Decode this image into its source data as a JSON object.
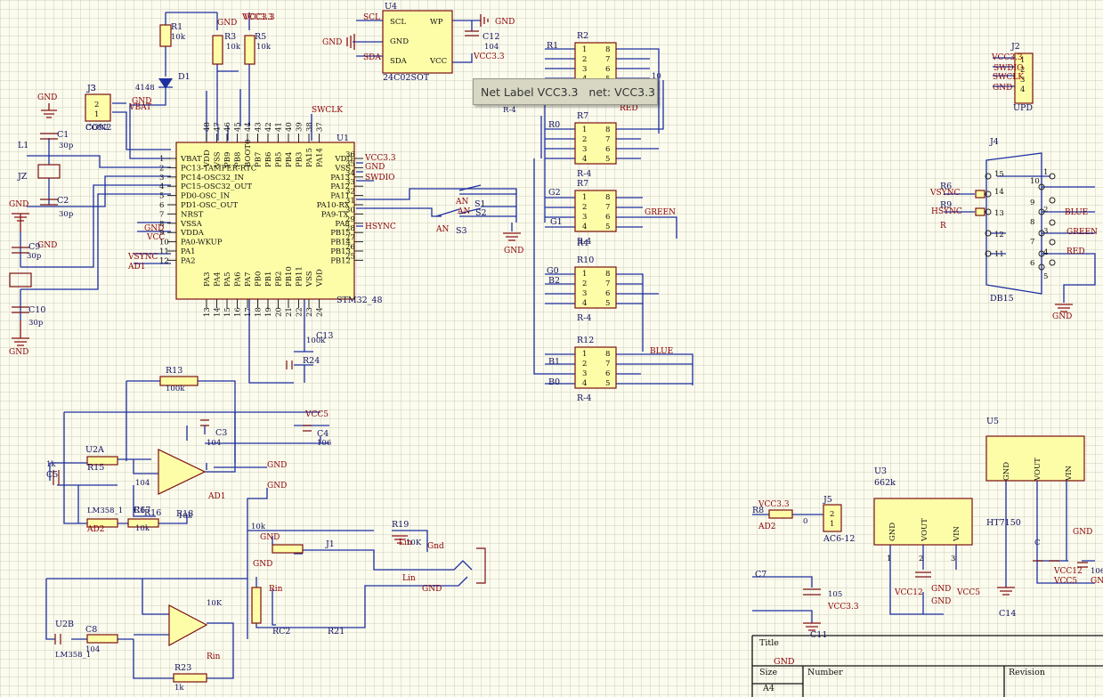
{
  "colors": {
    "wire": "#1d2fa0",
    "body": "#fdfda8",
    "outline": "#7a1010",
    "net": "#8b0000",
    "text": "#101060",
    "background": "#fbfbee",
    "tooltip": "#d8d7c4"
  },
  "tooltip": {
    "text": "Net Label VCC3.3   net: VCC3.3"
  },
  "title_block": {
    "title": "Title",
    "gnd": "GND",
    "size_label": "Size",
    "size_value": "A4",
    "number_label": "Number",
    "revision_label": "Revision"
  },
  "chips": {
    "u1": {
      "ref": "U1",
      "value": "STM32_48",
      "left_pins": [
        {
          "num": "1",
          "name": "VBAT"
        },
        {
          "num": "2",
          "name": "PC13-TAMPER-RTC"
        },
        {
          "num": "3",
          "name": "PC14-OSC32_IN"
        },
        {
          "num": "4",
          "name": "PC15-OSC32_OUT"
        },
        {
          "num": "5",
          "name": "PD0-OSC_IN"
        },
        {
          "num": "6",
          "name": "PD1-OSC_OUT"
        },
        {
          "num": "7",
          "name": "NRST"
        },
        {
          "num": "8",
          "name": "VSSA"
        },
        {
          "num": "9",
          "name": "VDDA"
        },
        {
          "num": "10",
          "name": "PA0-WKUP"
        },
        {
          "num": "11",
          "name": "PA1"
        },
        {
          "num": "12",
          "name": "PA2"
        }
      ],
      "right_pins": [
        {
          "num": "36",
          "name": "VDD"
        },
        {
          "num": "35",
          "name": "VSS"
        },
        {
          "num": "34",
          "name": "PA13"
        },
        {
          "num": "33",
          "name": "PA12"
        },
        {
          "num": "32",
          "name": "PA11"
        },
        {
          "num": "31",
          "name": "PA10-RX"
        },
        {
          "num": "30",
          "name": "PA9-TX"
        },
        {
          "num": "29",
          "name": "PA8"
        },
        {
          "num": "28",
          "name": "PB15"
        },
        {
          "num": "27",
          "name": "PB14"
        },
        {
          "num": "26",
          "name": "PB13"
        },
        {
          "num": "25",
          "name": "PB12"
        }
      ],
      "top_pins": [
        {
          "num": "48",
          "name": "VDD"
        },
        {
          "num": "47",
          "name": "VSS"
        },
        {
          "num": "46",
          "name": "PB9"
        },
        {
          "num": "45",
          "name": "PB8"
        },
        {
          "num": "44",
          "name": "BOOT0"
        },
        {
          "num": "43",
          "name": "PB7"
        },
        {
          "num": "42",
          "name": "PB6"
        },
        {
          "num": "41",
          "name": "PB5"
        },
        {
          "num": "40",
          "name": "PB4"
        },
        {
          "num": "39",
          "name": "PB3"
        },
        {
          "num": "38",
          "name": "PA15"
        },
        {
          "num": "37",
          "name": "PA14"
        }
      ],
      "bottom_pins": [
        {
          "num": "13",
          "name": "PA3"
        },
        {
          "num": "14",
          "name": "PA4"
        },
        {
          "num": "15",
          "name": "PA5"
        },
        {
          "num": "16",
          "name": "PA6"
        },
        {
          "num": "17",
          "name": "PA7"
        },
        {
          "num": "18",
          "name": "PB0"
        },
        {
          "num": "19",
          "name": "PB1"
        },
        {
          "num": "20",
          "name": "PB2"
        },
        {
          "num": "21",
          "name": "PB10"
        },
        {
          "num": "22",
          "name": "PB11"
        },
        {
          "num": "23",
          "name": "VSS"
        },
        {
          "num": "24",
          "name": "VDD"
        }
      ]
    },
    "u4": {
      "ref": "U4",
      "value": "24C02SOT",
      "left": [
        "SCL",
        "GND",
        "SDA"
      ],
      "right": [
        "WP",
        "VCC"
      ]
    },
    "u3": {
      "ref": "U3",
      "value": "662k",
      "pins": [
        "GND",
        "VOUT",
        "VIN"
      ],
      "nums": [
        "1",
        "2",
        "3"
      ]
    },
    "u5": {
      "ref": "U5",
      "value": "HT7150",
      "pins": [
        "GND",
        "VOUT",
        "VIN"
      ]
    },
    "j2": {
      "ref": "J2",
      "value": "UPD",
      "pins": [
        "1",
        "2",
        "3",
        "4"
      ]
    },
    "j3": {
      "ref": "J3",
      "value": "CON2",
      "pins": [
        "2",
        "1"
      ]
    },
    "j5": {
      "ref": "J5",
      "value": "AC6-12",
      "pins": [
        "2",
        "1"
      ]
    },
    "j4": {
      "ref": "J4",
      "value": "DB15",
      "pins_left": [
        "15",
        "14",
        "13",
        "12",
        "11"
      ],
      "pins_mid": [
        "10",
        "9",
        "8",
        "7",
        "6"
      ],
      "pins_right": [
        "5",
        "4",
        "3",
        "2",
        "1"
      ]
    }
  },
  "rnets": [
    {
      "ref": "R2",
      "value": "",
      "left": [
        "1",
        "2",
        "3",
        "4"
      ],
      "right": [
        "8",
        "7",
        "6",
        "5"
      ]
    },
    {
      "ref": "R7",
      "value": "R-4",
      "left": [
        "1",
        "2",
        "3",
        "4"
      ],
      "right": [
        "8",
        "7",
        "6",
        "5"
      ]
    },
    {
      "ref": "R7",
      "value": "R-4",
      "left": [
        "1",
        "2",
        "3",
        "4"
      ],
      "right": [
        "8",
        "7",
        "6",
        "5"
      ]
    },
    {
      "ref": "R10",
      "value": "R-4",
      "left": [
        "1",
        "2",
        "3",
        "4"
      ],
      "right": [
        "8",
        "7",
        "6",
        "5"
      ]
    },
    {
      "ref": "R12",
      "value": "R-4",
      "left": [
        "1",
        "2",
        "3",
        "4"
      ],
      "right": [
        "8",
        "7",
        "6",
        "5"
      ]
    }
  ],
  "labels": [
    {
      "t": "R1",
      "c": "ref"
    },
    {
      "t": "10k",
      "c": "val"
    },
    {
      "t": "D1",
      "c": "ref"
    },
    {
      "t": "4148",
      "c": "val"
    },
    {
      "t": "GND",
      "c": "net"
    },
    {
      "t": "VCC3.3",
      "c": "net"
    },
    {
      "t": "R3",
      "c": "ref"
    },
    {
      "t": "10k",
      "c": "val"
    },
    {
      "t": "R5",
      "c": "ref"
    },
    {
      "t": "10k",
      "c": "val"
    },
    {
      "t": "GND",
      "c": "net"
    },
    {
      "t": "J3",
      "c": "ref"
    },
    {
      "t": "CON2",
      "c": "val"
    },
    {
      "t": "VBAT",
      "c": "net"
    },
    {
      "t": "GND",
      "c": "net"
    },
    {
      "t": "L1",
      "c": "ref"
    },
    {
      "t": "C1",
      "c": "ref"
    },
    {
      "t": "30p",
      "c": "val"
    },
    {
      "t": "JZ",
      "c": "ref"
    },
    {
      "t": "C2",
      "c": "ref"
    },
    {
      "t": "30p",
      "c": "val"
    },
    {
      "t": "GND",
      "c": "net"
    },
    {
      "t": "GND",
      "c": "net"
    },
    {
      "t": "C9",
      "c": "ref"
    },
    {
      "t": "30p",
      "c": "val"
    },
    {
      "t": "C10",
      "c": "ref"
    },
    {
      "t": "30p",
      "c": "val"
    },
    {
      "t": "GND",
      "c": "net"
    },
    {
      "t": "VSYNC",
      "c": "net"
    },
    {
      "t": "AD1",
      "c": "net"
    },
    {
      "t": "GND",
      "c": "net"
    },
    {
      "t": "VCC",
      "c": "net"
    },
    {
      "t": "VCC3.3",
      "c": "net"
    },
    {
      "t": "GND",
      "c": "net"
    },
    {
      "t": "SWDIO",
      "c": "net"
    },
    {
      "t": "HSYNC",
      "c": "net"
    },
    {
      "t": "SCL",
      "c": "net"
    },
    {
      "t": "SDA",
      "c": "net"
    },
    {
      "t": "SWCLK",
      "c": "net"
    },
    {
      "t": "VCC3.3",
      "c": "net"
    },
    {
      "t": "AN",
      "c": "net"
    },
    {
      "t": "S1",
      "c": "ref"
    },
    {
      "t": "AN",
      "c": "net"
    },
    {
      "t": "S2",
      "c": "ref"
    },
    {
      "t": "AN",
      "c": "net"
    },
    {
      "t": "S3",
      "c": "ref"
    },
    {
      "t": "GND",
      "c": "net"
    },
    {
      "t": "C12",
      "c": "ref"
    },
    {
      "t": "104",
      "c": "val"
    },
    {
      "t": "GND",
      "c": "net"
    },
    {
      "t": "GND",
      "c": "net"
    },
    {
      "t": "VCC3.3",
      "c": "net"
    },
    {
      "t": "R1",
      "c": "ref"
    },
    {
      "t": "R0",
      "c": "ref"
    },
    {
      "t": "G2",
      "c": "ref"
    },
    {
      "t": "G1",
      "c": "ref"
    },
    {
      "t": "GREEN",
      "c": "net"
    },
    {
      "t": "G0",
      "c": "ref"
    },
    {
      "t": "B2",
      "c": "ref"
    },
    {
      "t": "B1",
      "c": "ref"
    },
    {
      "t": "B0",
      "c": "ref"
    },
    {
      "t": "BLUE",
      "c": "net"
    },
    {
      "t": "VCC3.3",
      "c": "net"
    },
    {
      "t": "SWDIO",
      "c": "net"
    },
    {
      "t": "SWCLK",
      "c": "net"
    },
    {
      "t": "GND",
      "c": "net"
    },
    {
      "t": "R6",
      "c": "ref"
    },
    {
      "t": "VSYNC",
      "c": "net"
    },
    {
      "t": "R9",
      "c": "ref"
    },
    {
      "t": "HSYNC",
      "c": "net"
    },
    {
      "t": "BLUE",
      "c": "net"
    },
    {
      "t": "GREEN",
      "c": "net"
    },
    {
      "t": "RED",
      "c": "net"
    },
    {
      "t": "R",
      "c": "net"
    },
    {
      "t": "GND",
      "c": "net"
    },
    {
      "t": "R13",
      "c": "ref"
    },
    {
      "t": "100k",
      "c": "val"
    },
    {
      "t": "VCC5",
      "c": "net"
    },
    {
      "t": "C4",
      "c": "ref"
    },
    {
      "t": "106",
      "c": "val"
    },
    {
      "t": "C3",
      "c": "ref"
    },
    {
      "t": "104",
      "c": "val"
    },
    {
      "t": "U2A",
      "c": "ref"
    },
    {
      "t": "R15",
      "c": "ref"
    },
    {
      "t": "1k",
      "c": "val"
    },
    {
      "t": "C5",
      "c": "ref"
    },
    {
      "t": "104",
      "c": "val"
    },
    {
      "t": "C6",
      "c": "ref"
    },
    {
      "t": "R16",
      "c": "ref"
    },
    {
      "t": "10k",
      "c": "val"
    },
    {
      "t": "GND",
      "c": "net"
    },
    {
      "t": "AD1",
      "c": "net"
    },
    {
      "t": "LM358_1",
      "c": "val"
    },
    {
      "t": "AD2",
      "c": "net"
    },
    {
      "t": "R17",
      "c": "ref"
    },
    {
      "t": "10k",
      "c": "val"
    },
    {
      "t": "R18",
      "c": "ref"
    },
    {
      "t": "10k",
      "c": "val"
    },
    {
      "t": "GND",
      "c": "net"
    },
    {
      "t": "R19",
      "c": "ref"
    },
    {
      "t": "10K",
      "c": "val"
    },
    {
      "t": "GND",
      "c": "net"
    },
    {
      "t": "Gnd",
      "c": "net"
    },
    {
      "t": "J1",
      "c": "ref"
    },
    {
      "t": "Lin",
      "c": "net"
    },
    {
      "t": "Lin",
      "c": "net"
    },
    {
      "t": "GND",
      "c": "net"
    },
    {
      "t": "Rin",
      "c": "net"
    },
    {
      "t": "RC2",
      "c": "ref"
    },
    {
      "t": "R21",
      "c": "ref"
    },
    {
      "t": "10K",
      "c": "val"
    },
    {
      "t": "Rin",
      "c": "net"
    },
    {
      "t": "U2B",
      "c": "ref"
    },
    {
      "t": "LM358_1",
      "c": "val"
    },
    {
      "t": "C8",
      "c": "ref"
    },
    {
      "t": "104",
      "c": "val"
    },
    {
      "t": "R23",
      "c": "ref"
    },
    {
      "t": "1k",
      "c": "val"
    },
    {
      "t": "R24",
      "c": "ref"
    },
    {
      "t": "100k",
      "c": "val"
    },
    {
      "t": "C13",
      "c": "ref"
    },
    {
      "t": "GND",
      "c": "net"
    },
    {
      "t": "VCC3.3",
      "c": "net"
    },
    {
      "t": "AD2",
      "c": "net"
    },
    {
      "t": "R8",
      "c": "ref"
    },
    {
      "t": "0",
      "c": "val"
    },
    {
      "t": "VCC12",
      "c": "net"
    },
    {
      "t": "GND",
      "c": "net"
    },
    {
      "t": "GND",
      "c": "net"
    },
    {
      "t": "VCC5",
      "c": "net"
    },
    {
      "t": "C7",
      "c": "ref"
    },
    {
      "t": "105",
      "c": "val"
    },
    {
      "t": "VCC3.3",
      "c": "net"
    },
    {
      "t": "C11",
      "c": "ref"
    },
    {
      "t": "C",
      "c": "val"
    },
    {
      "t": "GND",
      "c": "net"
    },
    {
      "t": "VCC12",
      "c": "net"
    },
    {
      "t": "VCC5",
      "c": "net"
    },
    {
      "t": "C14",
      "c": "ref"
    },
    {
      "t": "106",
      "c": "val"
    },
    {
      "t": "GND",
      "c": "net"
    },
    {
      "t": "C1",
      "c": "ref"
    },
    {
      "t": "10",
      "c": "val"
    },
    {
      "t": "R4",
      "c": "ref"
    },
    {
      "t": "RED",
      "c": "net"
    },
    {
      "t": "R-4",
      "c": "val"
    },
    {
      "t": "VCC",
      "c": "net"
    },
    {
      "t": "SDA",
      "c": "net"
    }
  ]
}
